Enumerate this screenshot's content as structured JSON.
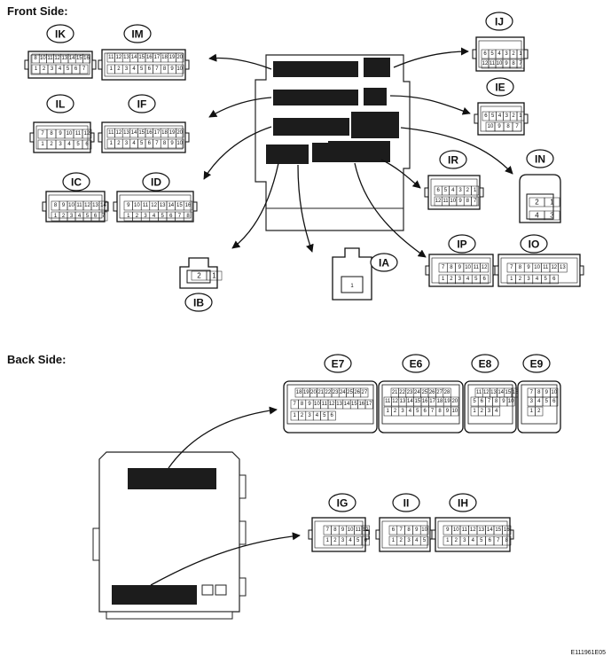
{
  "sections": {
    "front": "Front Side:",
    "back": "Back Side:"
  },
  "figure_code": "E111961E05",
  "connectors": {
    "IK": {
      "label": "IK",
      "rows": [
        [
          "8",
          "10",
          "11",
          "12",
          "13",
          "14",
          "15",
          "16"
        ],
        [
          "1",
          "2",
          "3",
          "4",
          "5",
          "6",
          "7"
        ]
      ]
    },
    "IM": {
      "label": "IM",
      "rows": [
        [
          "11",
          "12",
          "13",
          "14",
          "15",
          "16",
          "17",
          "18",
          "19",
          "20"
        ],
        [
          "1",
          "2",
          "3",
          "4",
          "5",
          "6",
          "7",
          "8",
          "9",
          "10"
        ]
      ]
    },
    "IL": {
      "label": "IL",
      "rows": [
        [
          "7",
          "8",
          "9",
          "10",
          "11",
          "12"
        ],
        [
          "1",
          "2",
          "3",
          "4",
          "5",
          "6"
        ]
      ]
    },
    "IF": {
      "label": "IF",
      "rows": [
        [
          "11",
          "12",
          "13",
          "14",
          "15",
          "16",
          "17",
          "18",
          "19",
          "20"
        ],
        [
          "1",
          "2",
          "3",
          "4",
          "5",
          "6",
          "7",
          "8",
          "9",
          "10"
        ]
      ]
    },
    "IC": {
      "label": "IC",
      "rows": [
        [
          "8",
          "9",
          "10",
          "11",
          "12",
          "13",
          "14"
        ],
        [
          "1",
          "2",
          "3",
          "4",
          "5",
          "6",
          "7"
        ]
      ]
    },
    "ID": {
      "label": "ID",
      "rows": [
        [
          "9",
          "10",
          "11",
          "12",
          "13",
          "14",
          "15",
          "16"
        ],
        [
          "1",
          "2",
          "3",
          "4",
          "5",
          "6",
          "7",
          "8"
        ]
      ]
    },
    "IJ": {
      "label": "IJ",
      "rows": [
        [
          "6",
          "5",
          "4",
          "3",
          "2",
          "1"
        ],
        [
          "12",
          "11",
          "10",
          "9",
          "8",
          "7"
        ]
      ]
    },
    "IE": {
      "label": "IE",
      "rows": [
        [
          "6",
          "5",
          "4",
          "3",
          "2",
          "1"
        ],
        [
          "10",
          "9",
          "8",
          "7"
        ]
      ]
    },
    "IR": {
      "label": "IR",
      "rows": [
        [
          "6",
          "5",
          "4",
          "3",
          "2",
          "1"
        ],
        [
          "12",
          "11",
          "10",
          "9",
          "8",
          "7"
        ]
      ]
    },
    "IN": {
      "label": "IN",
      "rows": [
        [
          "2",
          "1"
        ],
        [
          "4",
          "3"
        ]
      ]
    },
    "IB": {
      "label": "IB",
      "rows": [
        [
          "2",
          "1"
        ]
      ]
    },
    "IA": {
      "label": "IA",
      "rows": [
        [
          "1"
        ]
      ]
    },
    "IP": {
      "label": "IP",
      "rows": [
        [
          "7",
          "8",
          "9",
          "10",
          "11",
          "12"
        ],
        [
          "1",
          "2",
          "3",
          "4",
          "5",
          "6"
        ]
      ]
    },
    "IO": {
      "label": "IO",
      "rows": [
        [
          "7",
          "8",
          "9",
          "10",
          "11",
          "12",
          "13"
        ],
        [
          "1",
          "2",
          "3",
          "4",
          "5",
          "6"
        ]
      ]
    },
    "E7": {
      "label": "E7",
      "rows": [
        [
          "18",
          "19",
          "20",
          "21",
          "22",
          "23",
          "24",
          "25",
          "26",
          "27"
        ],
        [
          "7",
          "8",
          "9",
          "10",
          "11",
          "12",
          "13",
          "14",
          "15",
          "16",
          "17"
        ],
        [
          "1",
          "2",
          "3",
          "4",
          "5",
          "6"
        ]
      ]
    },
    "E6": {
      "label": "E6",
      "rows": [
        [
          "21",
          "22",
          "23",
          "24",
          "25",
          "26",
          "27",
          "28"
        ],
        [
          "11",
          "12",
          "13",
          "14",
          "15",
          "16",
          "17",
          "18",
          "19",
          "20"
        ],
        [
          "1",
          "2",
          "3",
          "4",
          "5",
          "6",
          "7",
          "8",
          "9",
          "10"
        ]
      ]
    },
    "E8": {
      "label": "E8",
      "rows": [
        [
          "11",
          "12",
          "13",
          "14",
          "15",
          "16"
        ],
        [
          "5",
          "6",
          "7",
          "8",
          "9",
          "10"
        ],
        [
          "1",
          "2",
          "3",
          "4"
        ]
      ]
    },
    "E9": {
      "label": "E9",
      "rows": [
        [
          "7",
          "8",
          "9",
          "10"
        ],
        [
          "3",
          "4",
          "5",
          "6"
        ],
        [
          "1",
          "2"
        ]
      ]
    },
    "IG": {
      "label": "IG",
      "rows": [
        [
          "7",
          "8",
          "9",
          "10",
          "11",
          "12"
        ],
        [
          "1",
          "2",
          "3",
          "4",
          "5",
          "6"
        ]
      ]
    },
    "II": {
      "label": "II",
      "rows": [
        [
          "6",
          "7",
          "8",
          "9",
          "10"
        ],
        [
          "1",
          "2",
          "3",
          "4",
          "5"
        ]
      ]
    },
    "IH": {
      "label": "IH",
      "rows": [
        [
          "9",
          "10",
          "11",
          "12",
          "13",
          "14",
          "15",
          "16"
        ],
        [
          "1",
          "2",
          "3",
          "4",
          "5",
          "6",
          "7",
          "8"
        ]
      ]
    }
  }
}
